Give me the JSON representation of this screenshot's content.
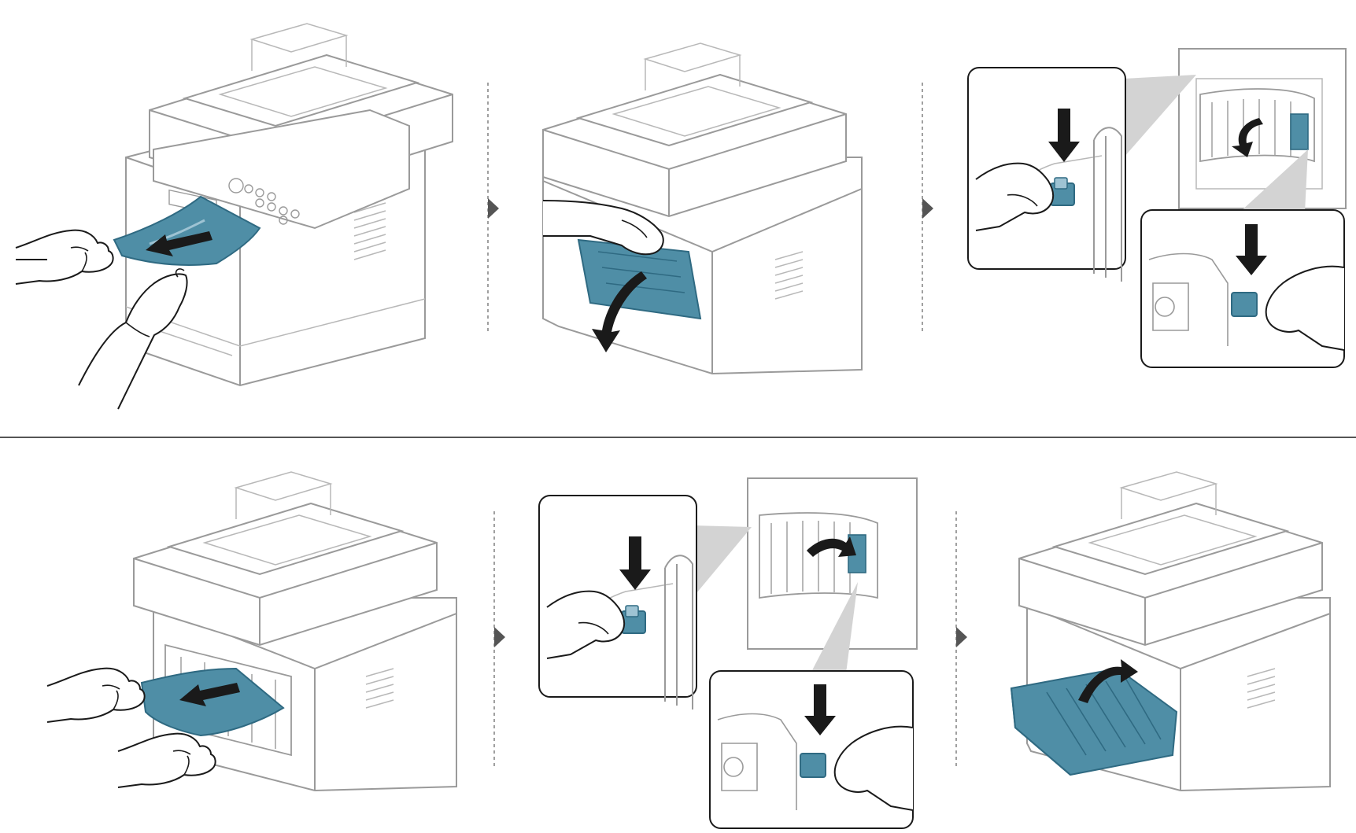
{
  "colors": {
    "background": "#ffffff",
    "outline": "#9a9a9a",
    "outline_light": "#b8b8b8",
    "ink": "#1a1a1a",
    "accent_blue": "#4f8ea6",
    "accent_blue_dark": "#2f6a82",
    "accent_blue_light": "#9ec3d3",
    "separator": "#555555",
    "chevron": "#555555",
    "zoom_cone": "#d3d3d3"
  },
  "icons": [
    "step-chevron-icon",
    "pull-arrow-icon",
    "rotate-arrow-icon",
    "press-arrow-icon",
    "hand-icon"
  ],
  "rows": [
    {
      "steps": [
        {
          "view": "front-view-paper-pulled-from-tray-slot"
        },
        {
          "view": "front-view-inner-cover-opened"
        },
        {
          "view": "rear-view-fuser-levers-pressed-down-with-zoom"
        }
      ]
    },
    {
      "steps": [
        {
          "view": "rear-view-paper-pulled-from-rear-door"
        },
        {
          "view": "rear-view-fuser-levers-raised-with-zoom"
        },
        {
          "view": "rear-view-rear-door-closed"
        }
      ]
    }
  ]
}
